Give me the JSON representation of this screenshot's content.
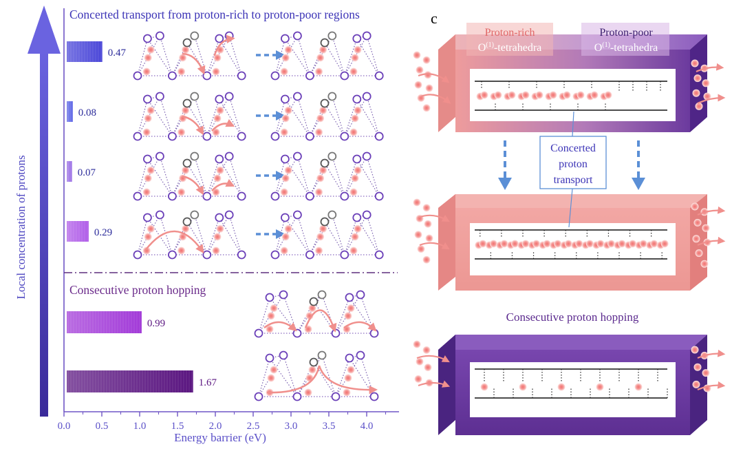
{
  "colors": {
    "axis_arrow": "#5a4ec8",
    "concerted_text": "#3a32b8",
    "consecutive_text": "#6a2a8a",
    "pink": "#f09a9a",
    "proton_fill": "#f47f7f",
    "oxygen_ring": "#6a3fb8",
    "dark_purple": "#5b2a8e",
    "box_pink": "#ef9a98",
    "box_purple": "#6b3a9e",
    "dashed_arrow": "#5b8fd6"
  },
  "left_panel": {
    "y_axis_label": "Local concentration of protons",
    "concerted_title": "Concerted transport from proton-rich to proton-poor regions",
    "consecutive_title": "Consecutive proton hopping",
    "x_axis": {
      "title": "Energy barrier (eV)",
      "ticks": [
        "0.0",
        "0.5",
        "1.0",
        "1.5",
        "2.0",
        "2.5",
        "3.0",
        "3.5",
        "4.0"
      ]
    }
  },
  "chart_data": {
    "type": "bar",
    "orientation": "horizontal",
    "xlabel": "Energy barrier (eV)",
    "ylabel": "Local concentration of protons",
    "xlim": [
      0,
      4.5
    ],
    "bars": [
      {
        "group": "Concerted transport from proton-rich to proton-poor regions",
        "value": 0.47,
        "label": "0.47",
        "color": "#4a46d8"
      },
      {
        "group": "Concerted transport from proton-rich to proton-poor regions",
        "value": 0.08,
        "label": "0.08",
        "color": "#5c64e6"
      },
      {
        "group": "Concerted transport from proton-rich to proton-poor regions",
        "value": 0.07,
        "label": "0.07",
        "color": "#9a6ee6"
      },
      {
        "group": "Concerted transport from proton-rich to proton-poor regions",
        "value": 0.29,
        "label": "0.29",
        "color": "#b05ce8"
      },
      {
        "group": "Consecutive proton hopping",
        "value": 0.99,
        "label": "0.99",
        "color": "#a23ad8"
      },
      {
        "group": "Consecutive proton hopping",
        "value": 1.67,
        "label": "1.67",
        "color": "#5a1580"
      }
    ]
  },
  "right_panel": {
    "panel_label": "c",
    "proton_rich_label_line1": "Proton-rich",
    "proton_rich_label_line2": "O",
    "proton_poor_label_line1": "Proton-poor",
    "proton_poor_label_line2": "O",
    "superscript": "(1)",
    "tetra_suffix": "-tetrahedra",
    "concerted_label_lines": [
      "Concerted",
      "proton",
      "transport"
    ],
    "consecutive_label": "Consecutive proton hopping"
  }
}
